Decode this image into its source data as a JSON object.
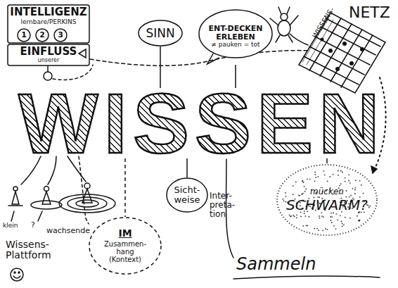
{
  "diagram": {
    "nodes": [
      {
        "text": [
          "INTELLIGENZ",
          "lernbare/PERKINS"
        ]
      },
      {
        "text": [
          "1"
        ],
        "in": 0
      },
      {
        "text": [
          "2"
        ],
        "in": 0
      },
      {
        "text": [
          "3"
        ],
        "in": 0
      },
      {
        "text": [
          "EINFLUSS",
          "unserer"
        ]
      },
      {
        "text": [
          "SINN"
        ]
      },
      {
        "text": [
          "ENT-DECKEN",
          "ERLEBEN",
          "≠ pauken = tot"
        ]
      },
      {
        "text": [
          "WISSEN"
        ]
      },
      {
        "text": [
          "Sicht- weise"
        ]
      },
      {
        "text": [
          "IM",
          "Zusammen- hang (Kontext)"
        ]
      },
      {
        "text": [
          "mücken",
          "SCHWARM?"
        ]
      }
    ],
    "edges": [
      {
        "from": 7,
        "to": 5,
        "arrow": "none"
      },
      {
        "from": 7,
        "to": 6,
        "arrow": "none"
      },
      {
        "from": 7,
        "to": 8,
        "arrow": "none"
      },
      {
        "from": 7,
        "to": 9,
        "arrow": "none"
      },
      {
        "from": 7,
        "to": 10,
        "arrow": "none"
      }
    ],
    "labels": [
      "WISSENS-",
      "NETZ",
      "Inter- preta- tion",
      "Sammeln",
      "klein",
      "?",
      "wachsende",
      "Wissens- Plattform"
    ]
  }
}
